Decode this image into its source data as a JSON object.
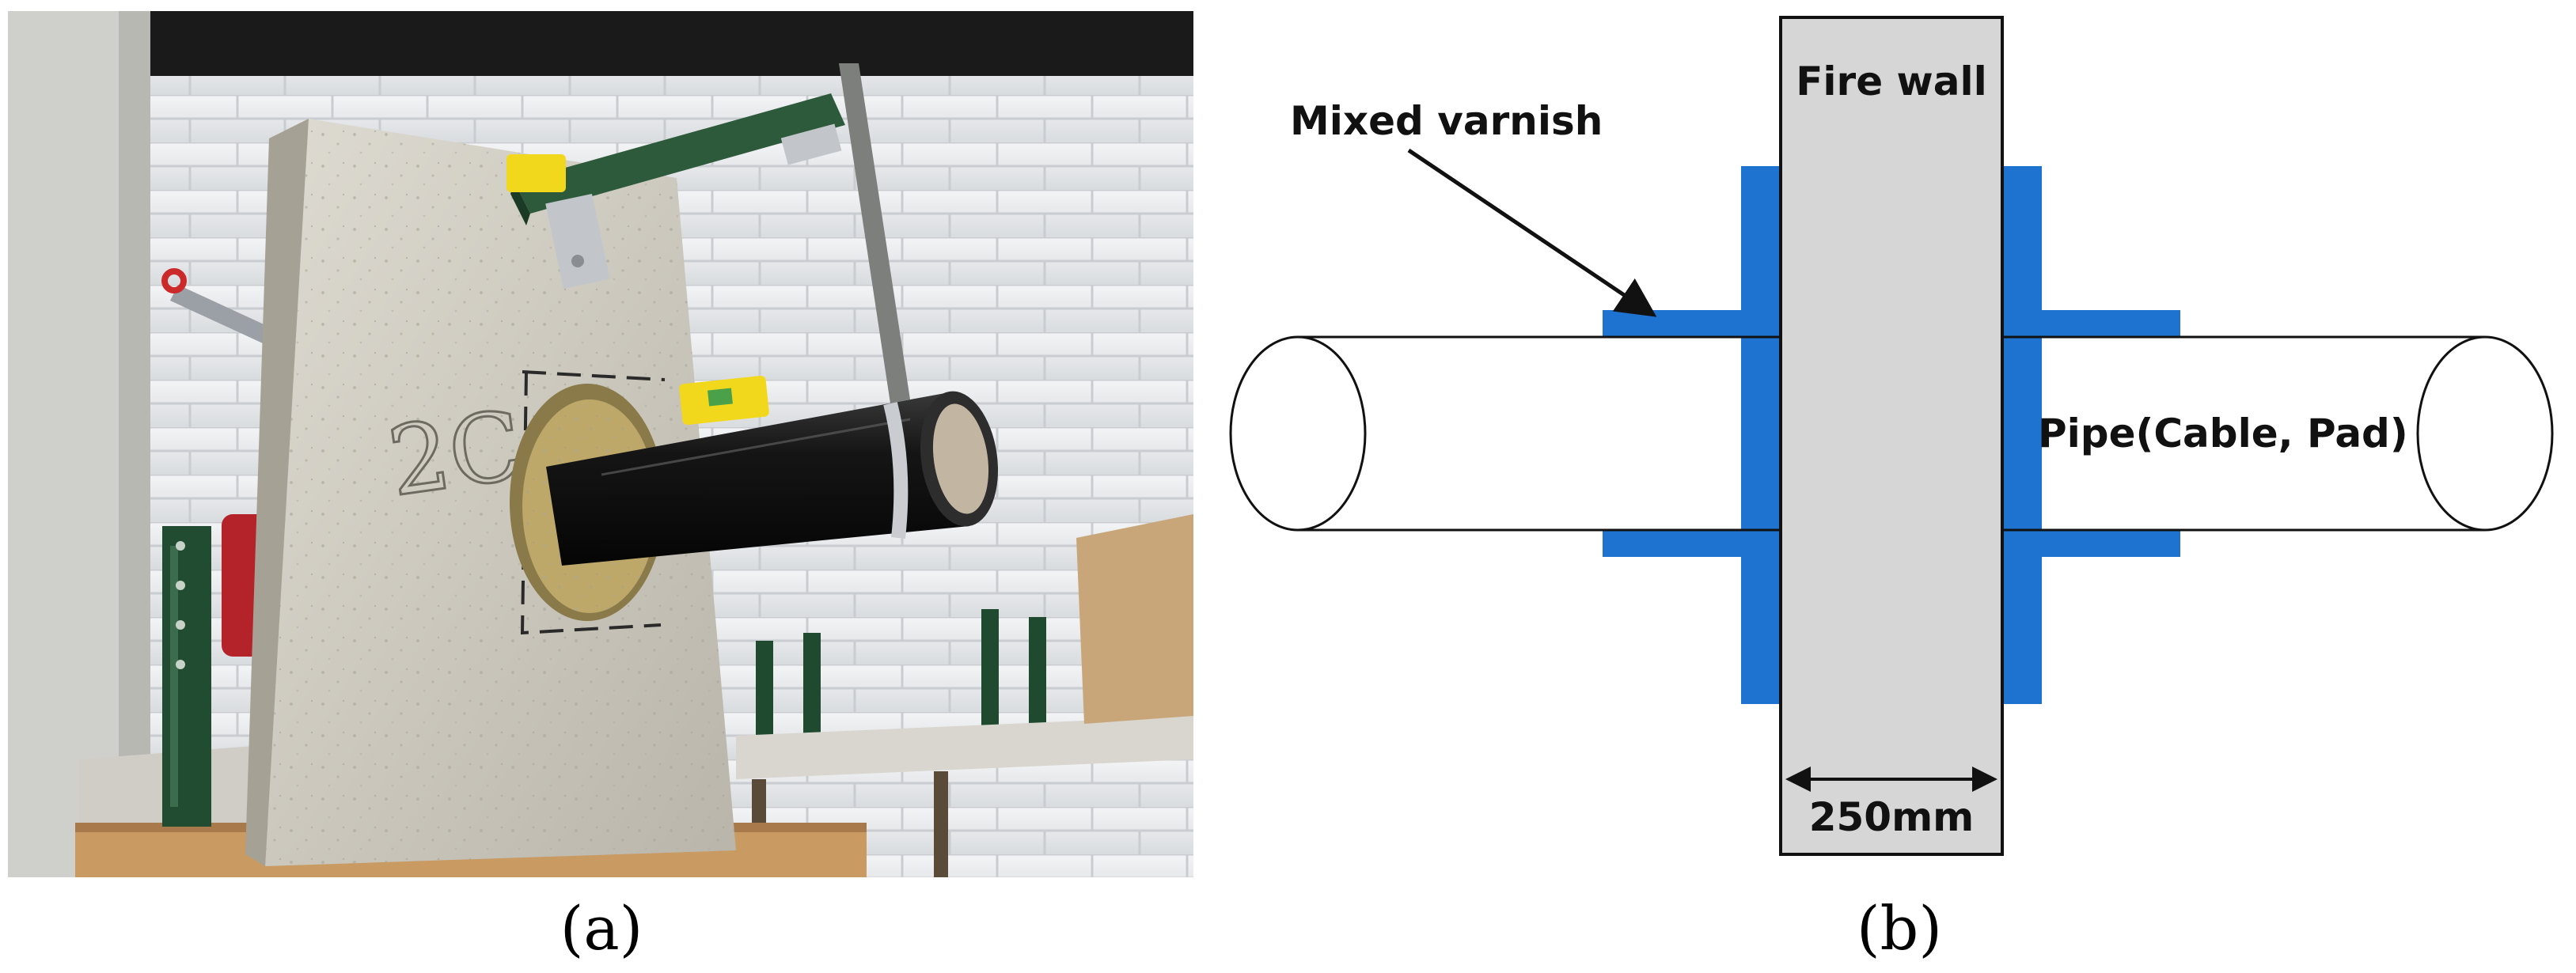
{
  "panel_a": {
    "caption": "(a)",
    "photo": {
      "description": "Laboratory photograph of a concrete fire wall specimen with a black pipe penetrating through a sealed opening, supported by a green steel bracket",
      "marking_text": "2C"
    }
  },
  "panel_b": {
    "caption": "(b)",
    "labels": {
      "fire_wall": "Fire wall",
      "mixed_varnish": "Mixed varnish",
      "pipe": "Pipe(Cable, Pad)",
      "thickness": "250mm"
    }
  },
  "colors": {
    "varnish": "#1f73d0",
    "wall_fill": "#d6d6d6",
    "outline": "#111111",
    "photo_backdrop": "#e9ecef",
    "concrete": "#cfcbbf",
    "pipe_black": "#1b1b1b",
    "bracket_green": "#2e5a3c",
    "level_yellow": "#f2d81c",
    "insulation": "#bda86a"
  }
}
